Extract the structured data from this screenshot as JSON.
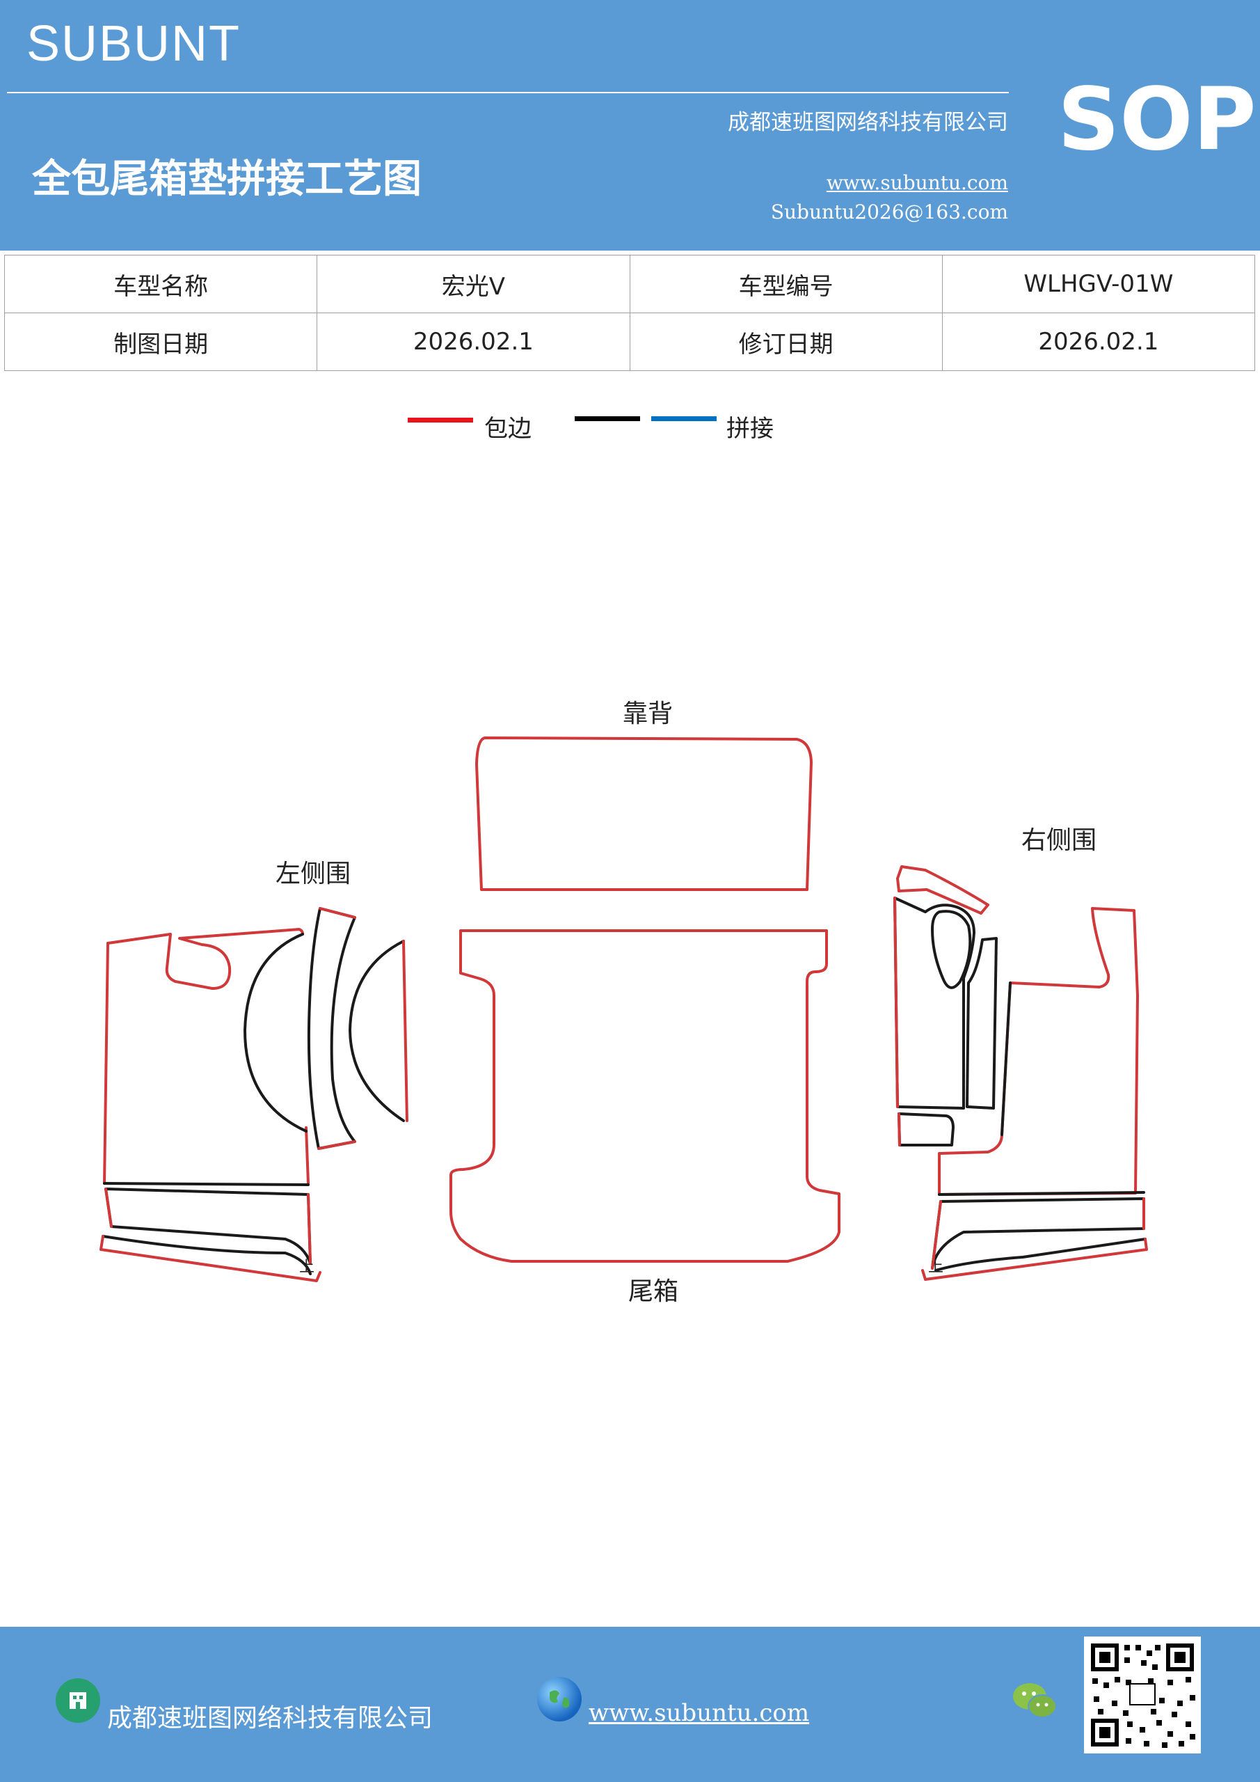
{
  "header": {
    "brand": "SUBUNT",
    "company": "成都速班图网络科技有限公司",
    "title": "全包尾箱垫拼接工艺图",
    "website": "www.subuntu.com",
    "email": "Subuntu2026@163.com",
    "badge": "SOP",
    "background_color": "#5b9bd5"
  },
  "info_table": {
    "rows": [
      [
        "车型名称",
        "宏光Ⅴ",
        "车型编号",
        "WLHGV-01W"
      ],
      [
        "制图日期",
        "2026.02.1",
        "修订日期",
        "2026.02.1"
      ]
    ]
  },
  "legend": {
    "items": [
      {
        "color": "#e8141c",
        "label": "包边"
      },
      {
        "color": "#000000",
        "label": ""
      },
      {
        "color": "#0070c0",
        "label": "拼接"
      }
    ]
  },
  "diagram": {
    "labels": {
      "back": "靠背",
      "left_side": "左侧围",
      "right_side": "右侧围",
      "trunk": "尾箱"
    },
    "small_marks": {
      "left": "上",
      "right": "上"
    },
    "edge_color": "#d0383a",
    "seam_color": "#1a1a1a"
  },
  "footer": {
    "company": "成都速班图网络科技有限公司",
    "website": "www.subuntu.com",
    "icons": [
      "building-icon",
      "globe-icon",
      "wechat-icon",
      "qr-code"
    ]
  }
}
